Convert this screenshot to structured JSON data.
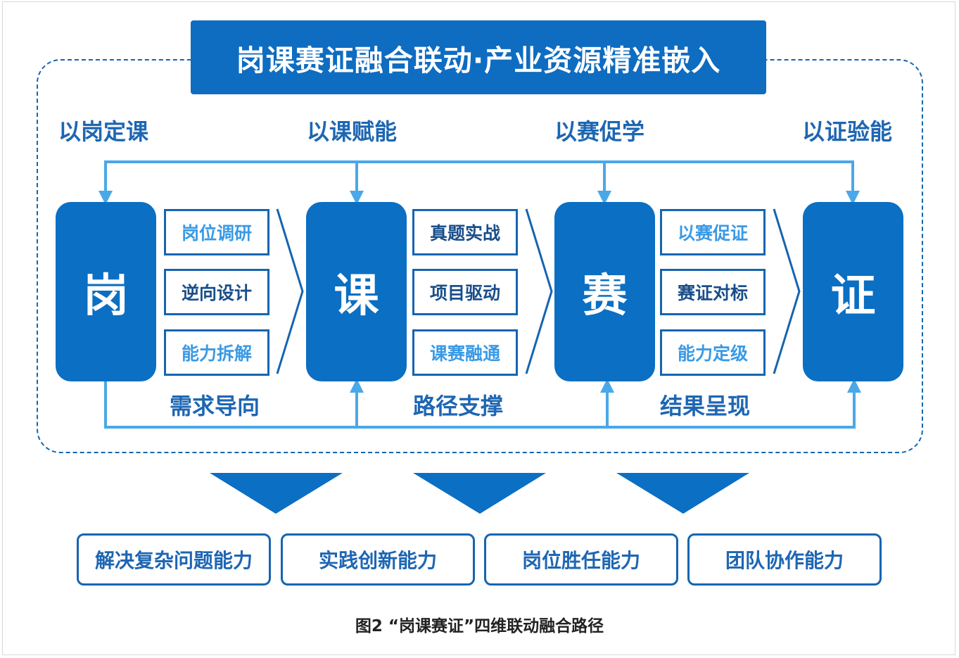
{
  "title": "岗课赛证融合联动·产业资源精准嵌入",
  "top_labels": [
    "以岗定课",
    "以课赋能",
    "以赛促学",
    "以证验能"
  ],
  "main_boxes": [
    "岗",
    "课",
    "赛",
    "证"
  ],
  "groups": [
    {
      "items": [
        "岗位调研",
        "逆向设计",
        "能力拆解"
      ],
      "label": "需求导向"
    },
    {
      "items": [
        "真题实战",
        "项目驱动",
        "课赛融通"
      ],
      "label": "路径支撑"
    },
    {
      "items": [
        "以赛促证",
        "赛证对标",
        "能力定级"
      ],
      "label": "结果呈现"
    }
  ],
  "skills": [
    "解决复杂问题能力",
    "实践创新能力",
    "岗位胜任能力",
    "团队协作能力"
  ],
  "caption": "图2 “岗课赛证”四维联动融合路径",
  "colors": {
    "primary_blue": "#0b6fc3",
    "connector_blue": "#4aa8e8",
    "label_blue": "#1e66b3",
    "light_text": "#3a9ae5",
    "dark_text": "#1a4e8a"
  }
}
